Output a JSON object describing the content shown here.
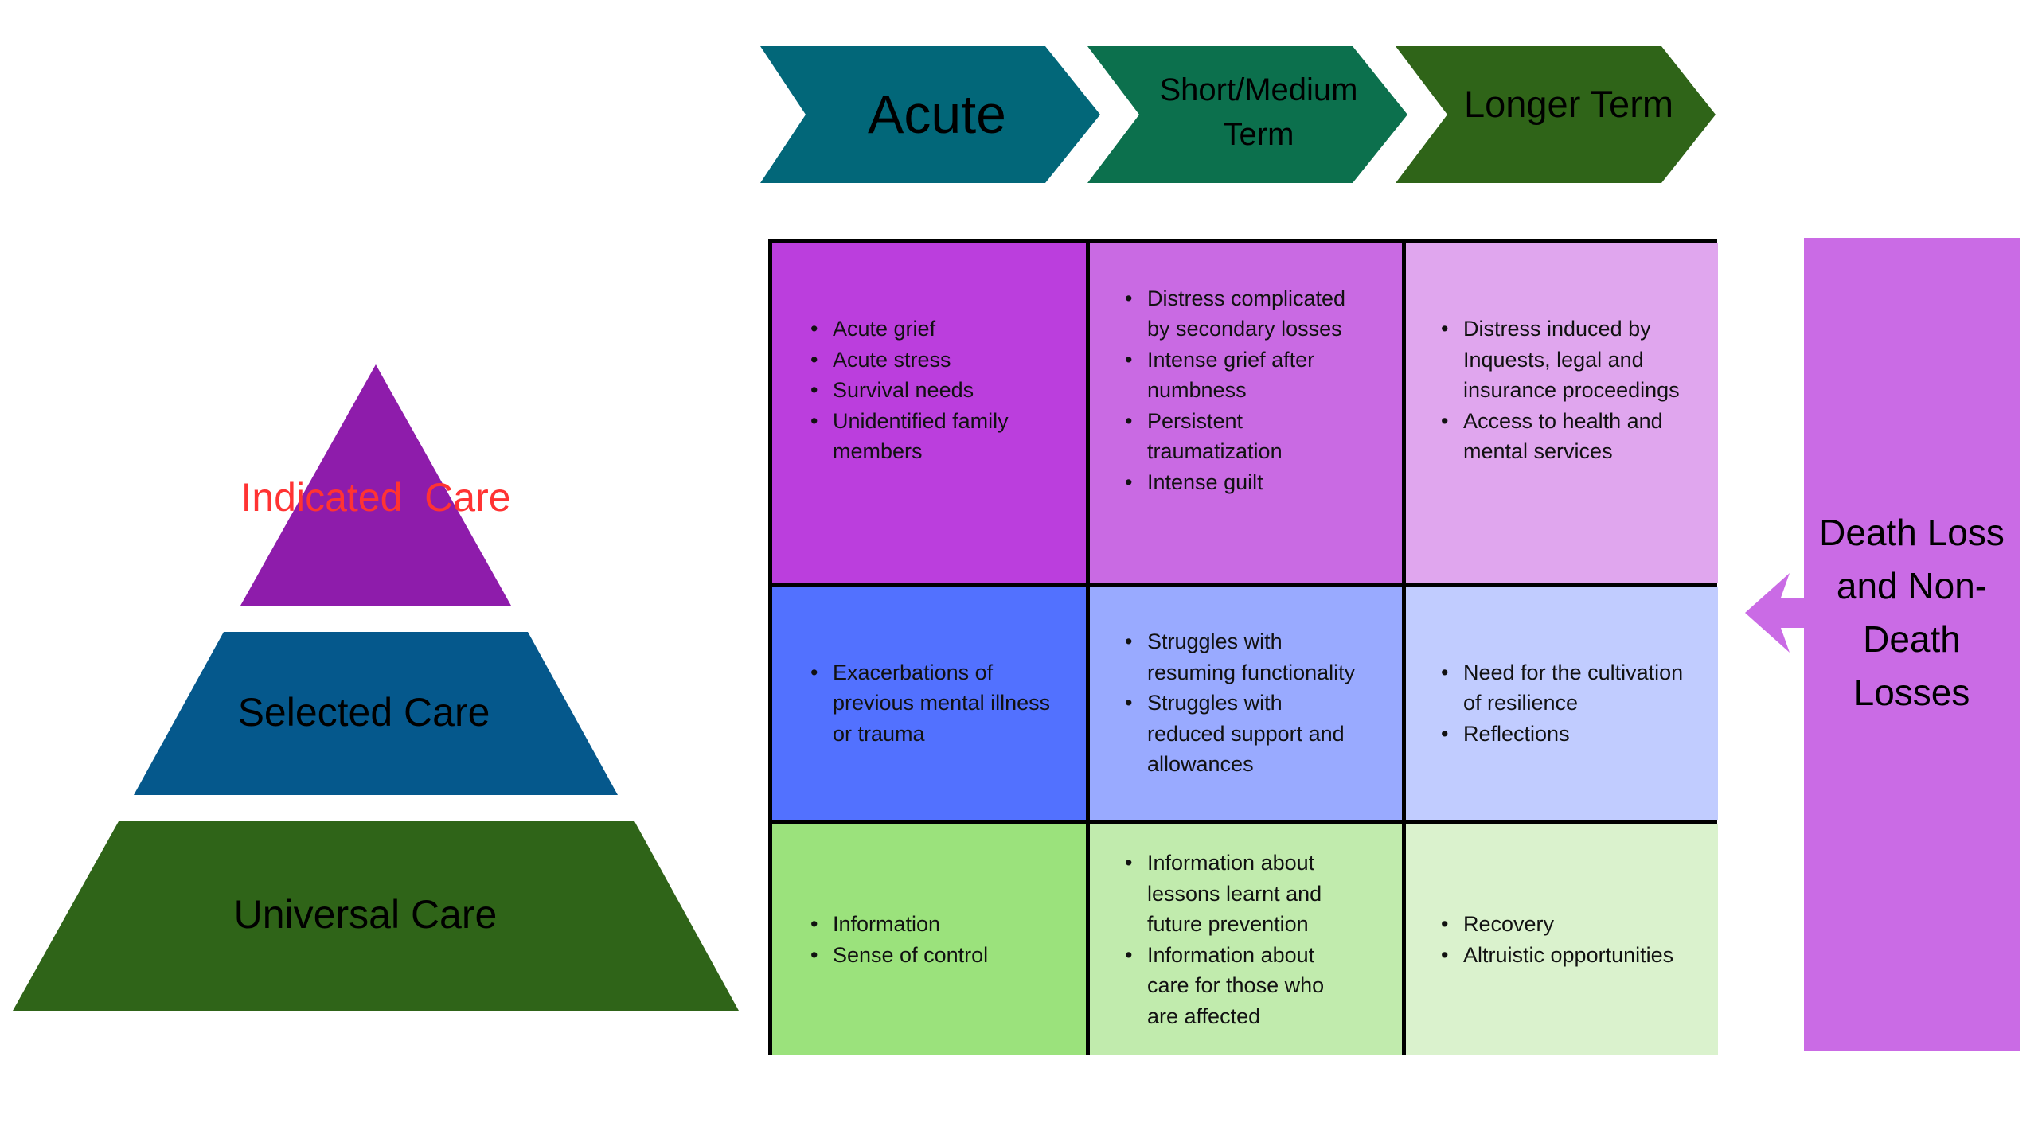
{
  "phases": [
    {
      "label": "Acute",
      "color": "#026779"
    },
    {
      "label": "Short/Medium Term",
      "color": "#0C704D"
    },
    {
      "label": "Longer Term",
      "color": "#2F6418"
    }
  ],
  "pyramid": {
    "levels": [
      {
        "label": "Indicated  Care",
        "color": "#8E1CAB",
        "text_color": "#FF3333"
      },
      {
        "label": "Selected Care",
        "color": "#05588C",
        "text_color": "#000000"
      },
      {
        "label": "Universal Care",
        "color": "#2F6418",
        "text_color": "#000000"
      }
    ]
  },
  "matrix": {
    "rows": [
      {
        "level": "Indicated Care",
        "cells": [
          {
            "phase": "Acute",
            "color": "#BB3EDD",
            "items": [
              "Acute grief",
              "Acute stress",
              "Survival needs",
              "Unidentified family members"
            ]
          },
          {
            "phase": "Short/Medium Term",
            "color": "#C96AE3",
            "items": [
              "Distress complicated by secondary losses",
              "Intense grief after numbness",
              "Persistent traumatization",
              "Intense guilt"
            ]
          },
          {
            "phase": "Longer Term",
            "color": "#E0A6EE",
            "items": [
              "Distress induced by Inquests, legal and insurance proceedings",
              "Access to health and mental services"
            ]
          }
        ]
      },
      {
        "level": "Selected Care",
        "cells": [
          {
            "phase": "Acute",
            "color": "#5271FF",
            "items": [
              "Exacerbations of previous mental illness or trauma"
            ]
          },
          {
            "phase": "Short/Medium Term",
            "color": "#99AAFF",
            "items": [
              "Struggles with resuming functionality",
              "Struggles with reduced support and allowances"
            ]
          },
          {
            "phase": "Longer Term",
            "color": "#C1CCFF",
            "items": [
              "Need for the cultivation of resilience",
              "Reflections"
            ]
          }
        ]
      },
      {
        "level": "Universal Care",
        "cells": [
          {
            "phase": "Acute",
            "color": "#9BE27C",
            "items": [
              "Information",
              "Sense of control"
            ]
          },
          {
            "phase": "Short/Medium Term",
            "color": "#C1EBAD",
            "items": [
              "Information about lessons learnt and future prevention",
              "Information about care for those who are affected"
            ]
          },
          {
            "phase": "Longer Term",
            "color": "#DAF2CD",
            "items": [
              "Recovery",
              "Altruistic opportunities"
            ]
          }
        ]
      }
    ]
  },
  "losses": {
    "label_lines": [
      "Death Loss",
      "and Non-",
      "Death",
      "Losses"
    ],
    "color": "#CA6BE5",
    "arrow_icon": "arrow-left-icon"
  }
}
